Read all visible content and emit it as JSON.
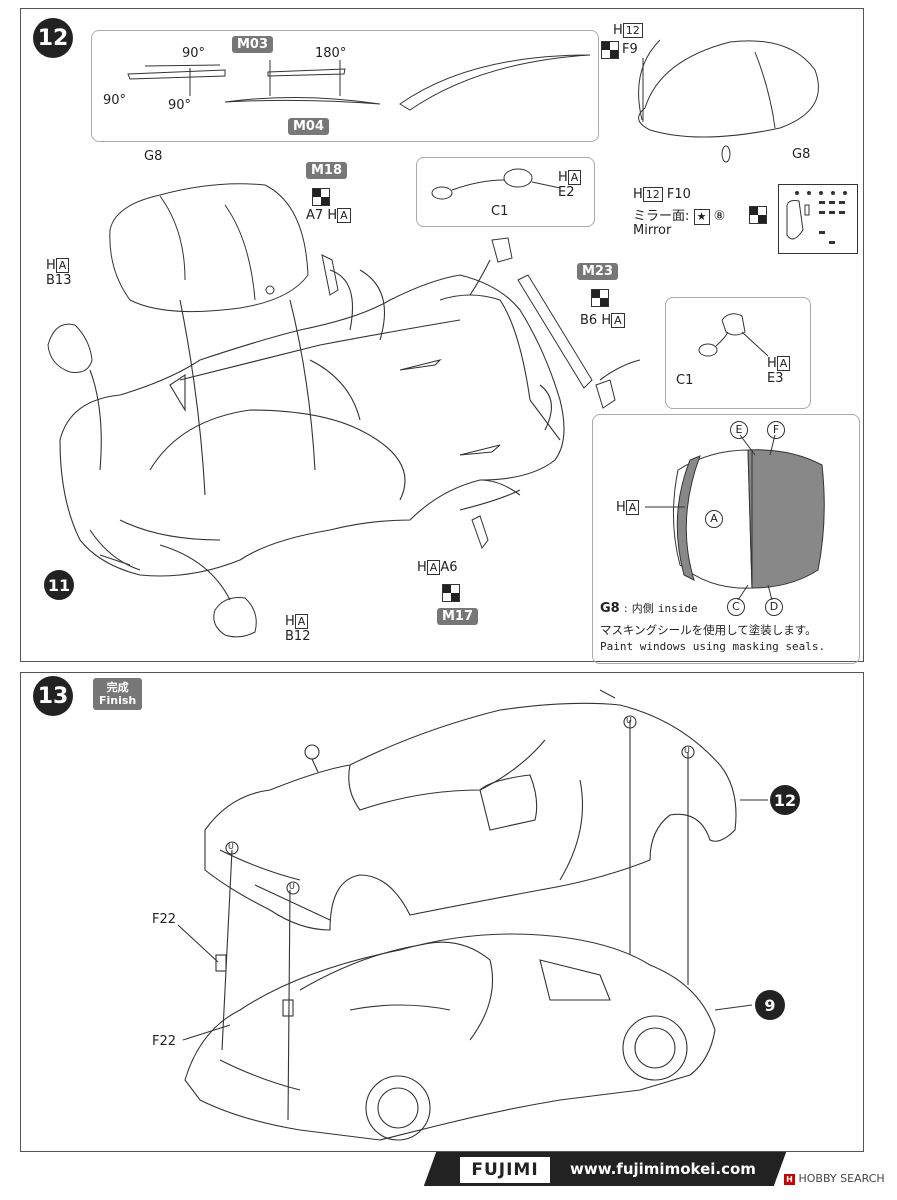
{
  "step12": {
    "number": "12",
    "rotations": [
      "90°",
      "90°",
      "90°",
      "180°"
    ],
    "decals": [
      "M03",
      "M04",
      "M18",
      "M23",
      "M17"
    ],
    "parts": {
      "g8_top": "G8",
      "a7": "A7",
      "b13": "B13",
      "c1_top": "C1",
      "e2": "E2",
      "f9": "F9",
      "g8_right": "G8",
      "f10": "F10",
      "b6": "B6",
      "c1_right": "C1",
      "e3": "E3",
      "a6": "A6",
      "b12": "B12",
      "ref11": "11"
    },
    "h_mark": "H",
    "a_mark": "A",
    "n12": "12",
    "mirror_jp": "ミラー面:",
    "mirror_en": "Mirror",
    "mirror_paint_num": "⑧",
    "window": {
      "e": "E",
      "f": "F",
      "a_circle": "A",
      "c": "C",
      "d": "D",
      "note_part": "G8",
      "note_inside_jp": "内側",
      "note_inside_en": "inside",
      "note_jp": "マスキングシールを使用して塗装します。",
      "note_en": "Paint windows using masking seals."
    }
  },
  "step13": {
    "number": "13",
    "finish_jp": "完成",
    "finish_en": "Finish",
    "ref12": "12",
    "ref9": "9",
    "f22a": "F22",
    "f22b": "F22",
    "u": "U"
  },
  "footer": {
    "brand": "FUJIMI",
    "url": "www.fujimimokei.com",
    "watermark": "HOBBY SEARCH"
  }
}
